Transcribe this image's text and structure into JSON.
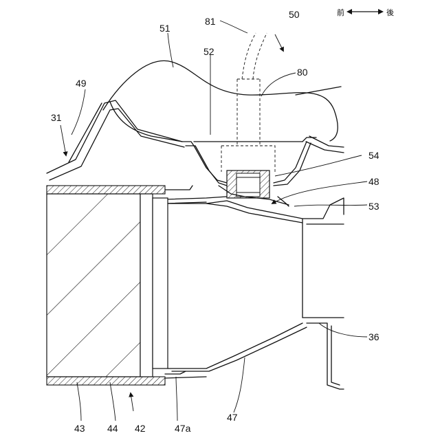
{
  "direction": {
    "front": "前",
    "rear": "後"
  },
  "labels": {
    "l31": "31",
    "l36": "36",
    "l42": "42",
    "l43": "43",
    "l44": "44",
    "l47": "47",
    "l47a": "47a",
    "l48": "48",
    "l49": "49",
    "l50": "50",
    "l51": "51",
    "l52": "52",
    "l53": "53",
    "l54": "54",
    "l80": "80",
    "l81": "81"
  }
}
